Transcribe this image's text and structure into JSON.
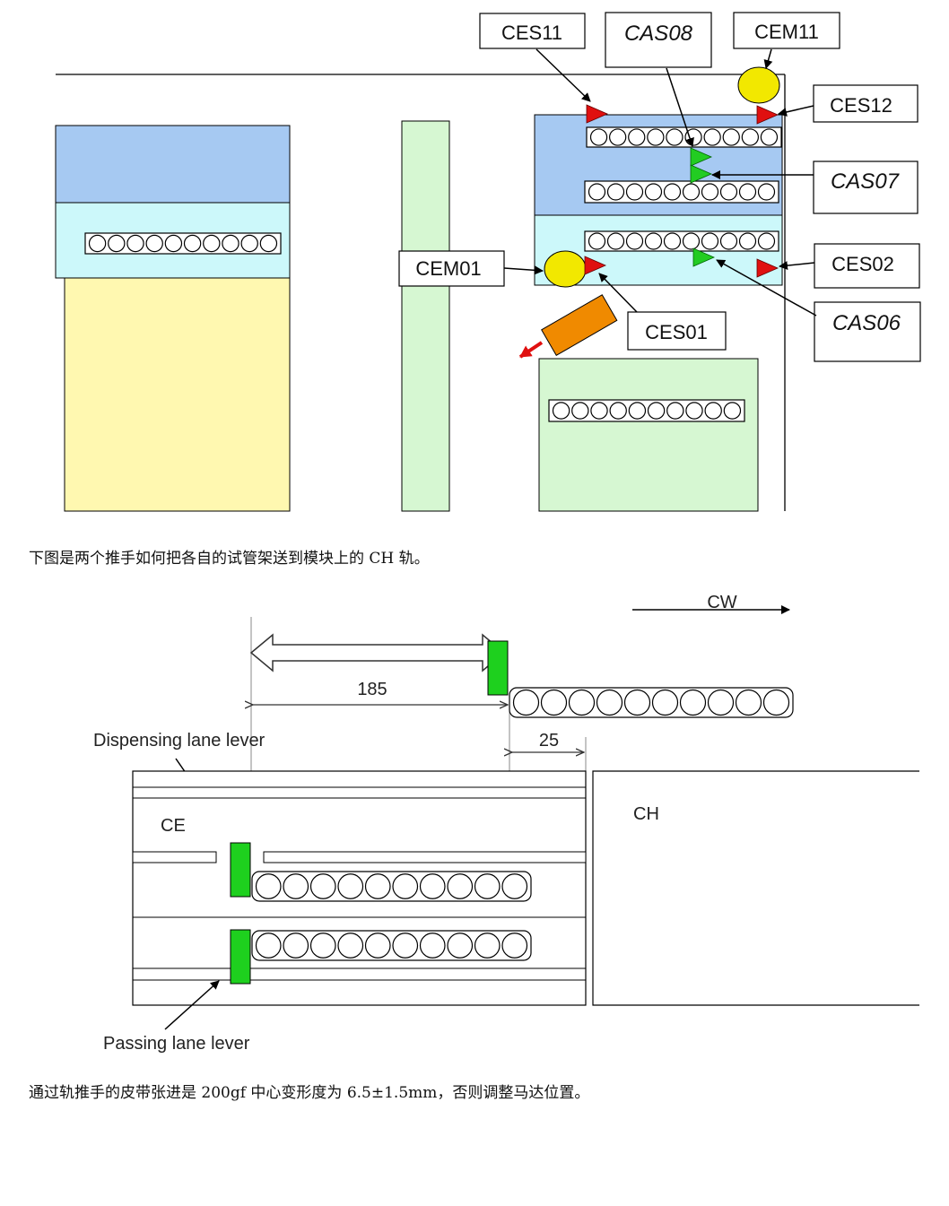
{
  "diagram1": {
    "labels": {
      "ces11": "CES11",
      "cas08": "CAS08",
      "cem11": "CEM11",
      "ces12": "CES12",
      "cas07": "CAS07",
      "cem01": "CEM01",
      "ces02": "CES02",
      "ces01": "CES01",
      "cas06": "CAS06"
    },
    "colors": {
      "blue_zone": "#a6c9f2",
      "cyan_zone": "#ccf8fa",
      "yellow_zone": "#fff8b0",
      "green_zone": "#d6f7d2",
      "sensor_red": "#e01010",
      "sensor_green": "#22cc22",
      "motor_yellow": "#f2e800",
      "pusher_orange": "#f08a00"
    }
  },
  "paragraph1": "下图是两个推手如何把各自的试管架送到模块上的 CH 轨。",
  "diagram2": {
    "cw_label": "CW",
    "dim_185": "185",
    "dim_25": "25",
    "dispensing_label": "Dispensing lane lever",
    "ce_label": "CE",
    "ch_label": "CH",
    "passing_label": "Passing lane lever",
    "colors": {
      "lever_green": "#1ed01e"
    }
  },
  "paragraph2": "通过轨推手的皮带张进是 200gf 中心变形度为 6.5±1.5mm，否则调整马达位置。"
}
